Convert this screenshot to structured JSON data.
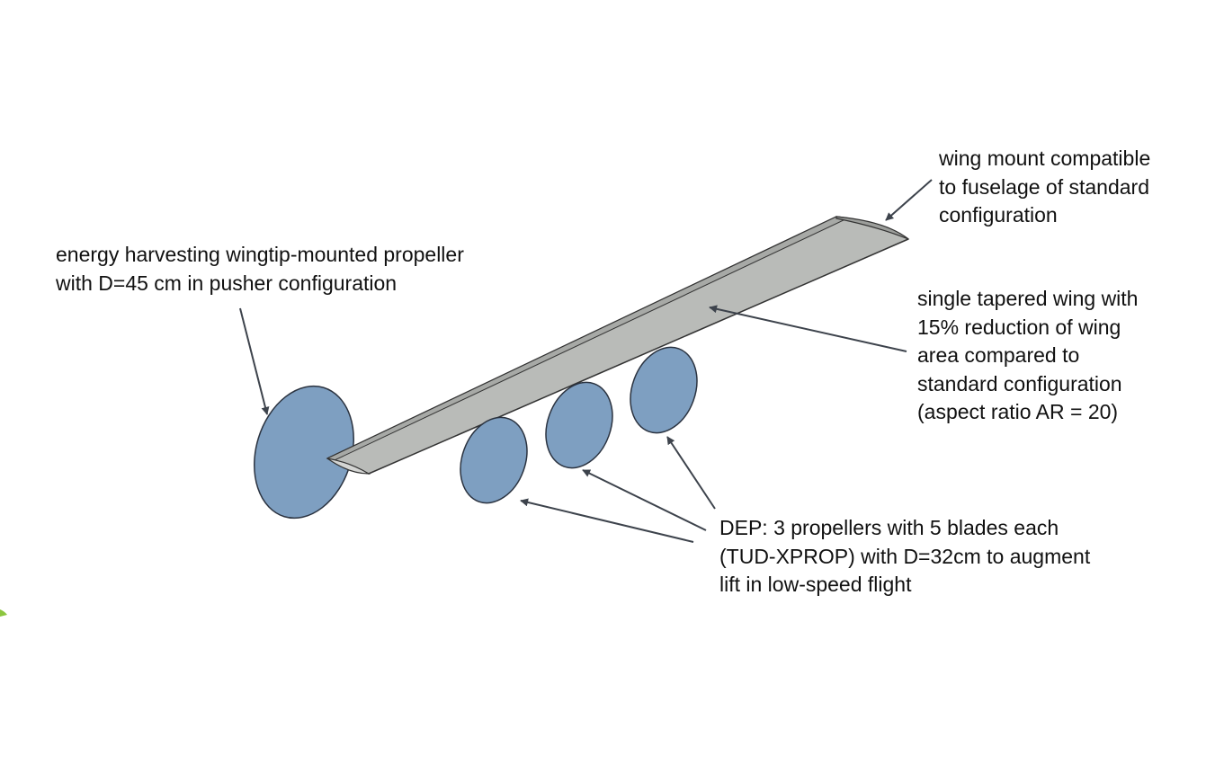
{
  "annotations": {
    "wingtip_propeller": [
      "energy harvesting wingtip-mounted propeller",
      "with D=45 cm in pusher configuration"
    ],
    "wing_mount": [
      "wing mount compatible",
      "to fuselage of standard",
      "configuration"
    ],
    "tapered_wing": [
      "single tapered wing with",
      "15% reduction of wing",
      "area compared to",
      "standard configuration",
      "(aspect ratio AR = 20)"
    ],
    "dep_propellers": [
      "DEP: 3 propellers with 5 blades each",
      "(TUD-XPROP) with D=32cm to augment",
      "lift in low-speed flight"
    ]
  },
  "colors": {
    "propeller_fill": "#7e9fc1",
    "propeller_edge": "#2b3340",
    "wing_fill": "#b9bbb8",
    "wing_edge": "#333333",
    "arrow": "#3d434c",
    "text": "#111111"
  }
}
